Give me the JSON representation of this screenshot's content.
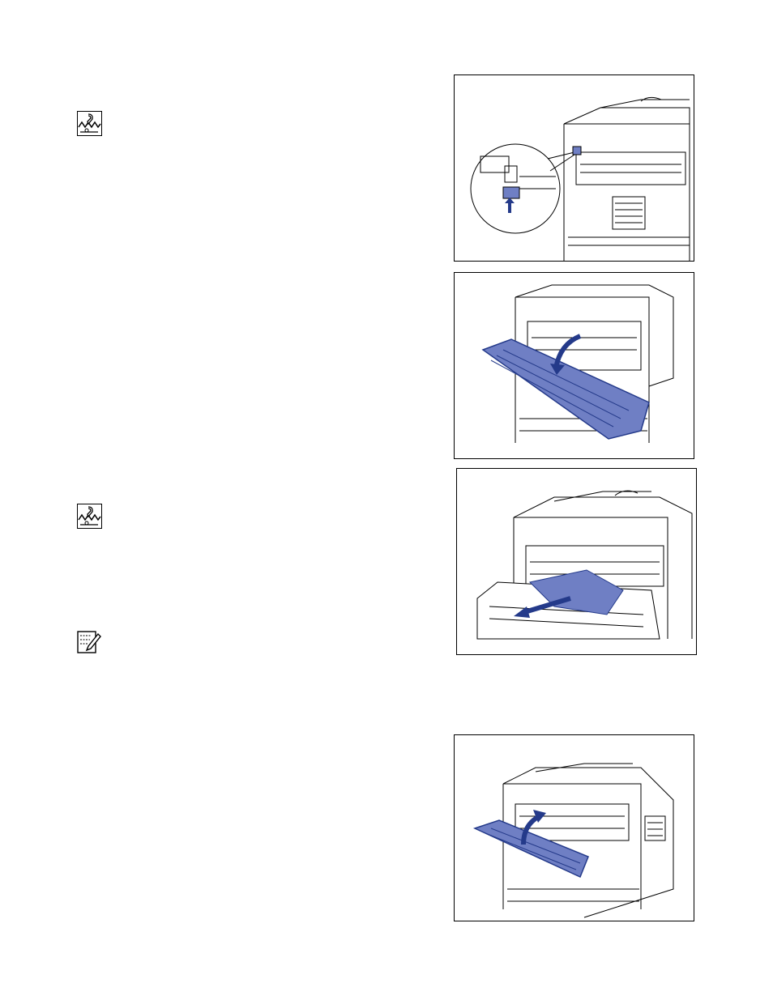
{
  "icons": {
    "caution1": "caution-hot-surface-icon",
    "caution2": "caution-hot-surface-icon",
    "note": "note-pencil-icon"
  },
  "illustrations": {
    "ill1": "printer-rear-lever-illustration",
    "ill2": "printer-rear-cover-open-illustration",
    "ill3": "paper-pull-out-illustration",
    "ill4": "printer-rear-cover-close-illustration"
  },
  "colors": {
    "accent_blue": "#6f7fc4",
    "accent_dark": "#243a8a",
    "line": "#000000"
  }
}
